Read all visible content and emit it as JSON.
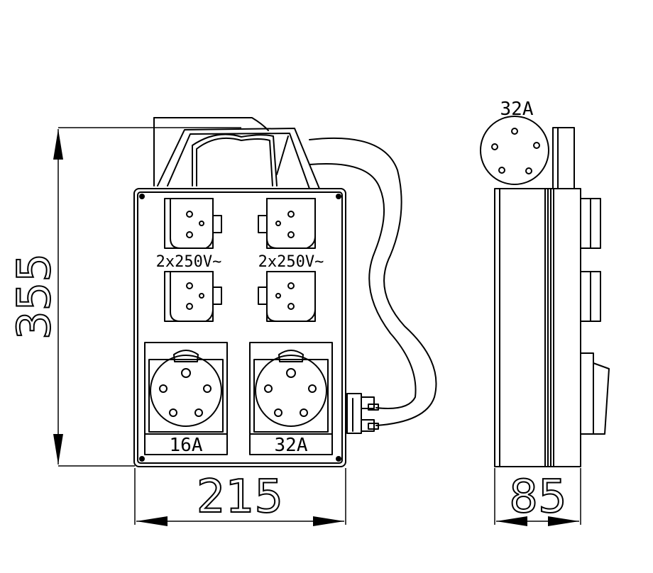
{
  "front_view": {
    "dimension_height": "355",
    "dimension_width": "215",
    "socket_top_left_label": "2x250V~",
    "socket_top_right_label": "2x250V~",
    "socket_bottom_left_label": "16A",
    "socket_bottom_right_label": "32A"
  },
  "side_view": {
    "plug_label": "32A",
    "dimension_depth": "85"
  }
}
